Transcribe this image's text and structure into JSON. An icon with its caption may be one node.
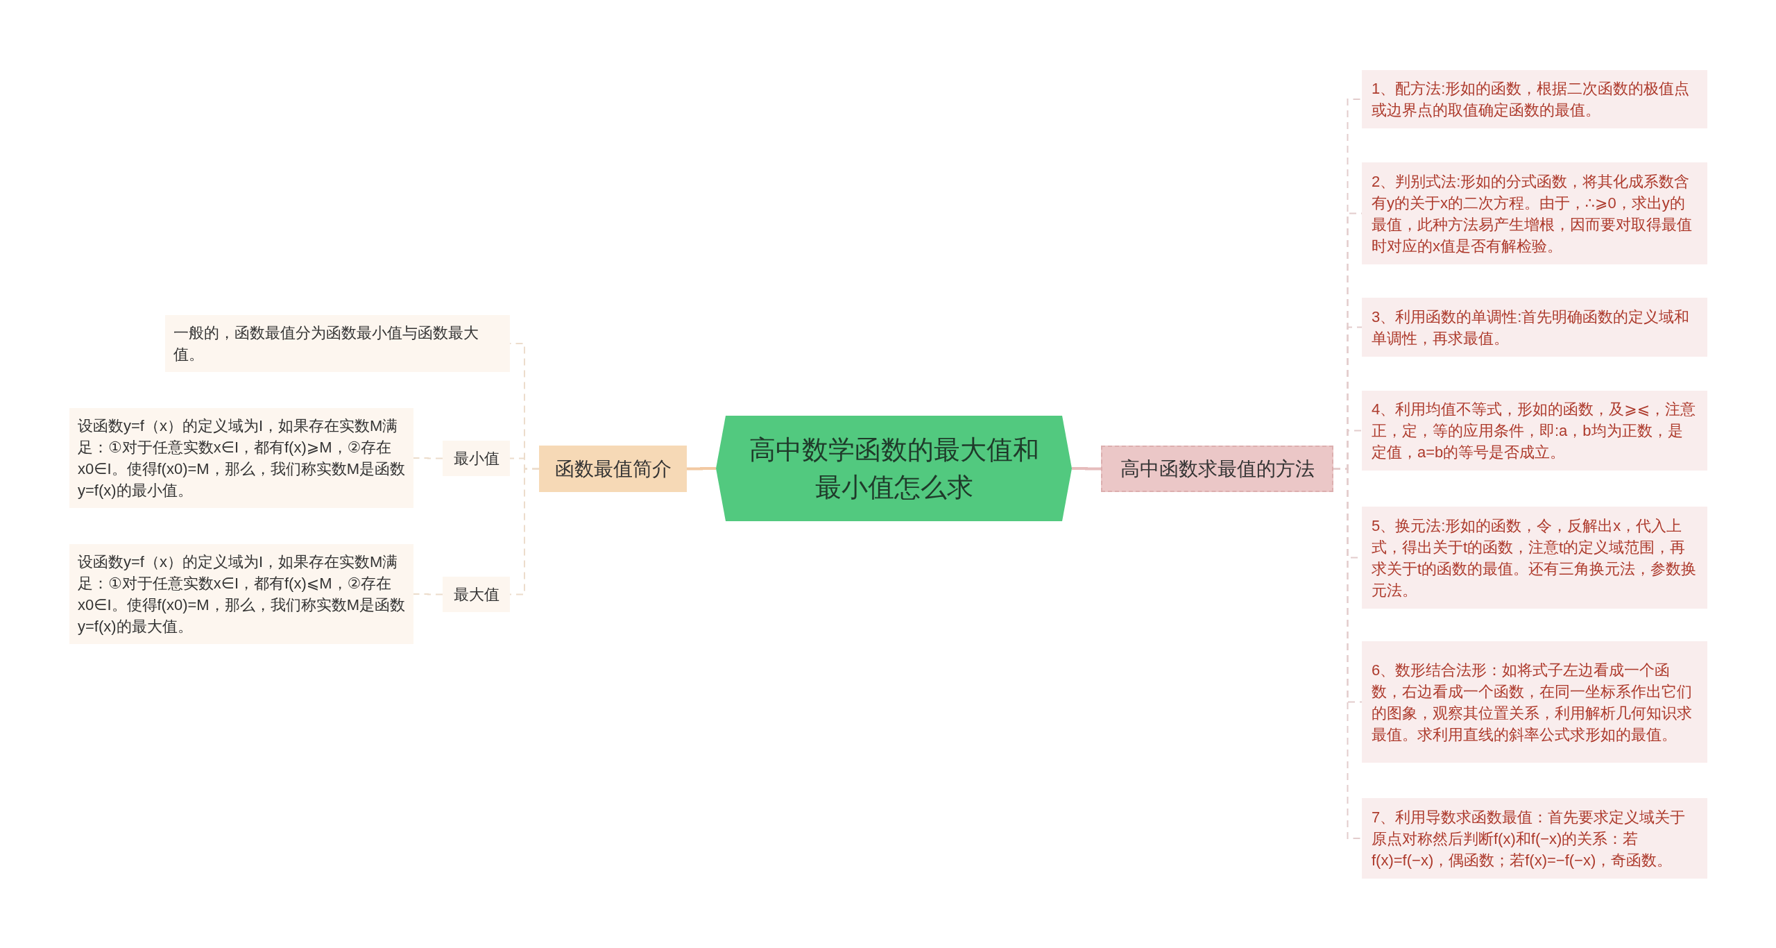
{
  "diagram": {
    "nodes": [
      {
        "text": [
          "高中数学函数的最大值和最小值怎么求"
        ]
      },
      {
        "text": [
          "函数最值简介"
        ]
      },
      {
        "text": [
          "一般的，函数最值分为函数最小值与函数最大值。"
        ]
      },
      {
        "text": [
          "最小值"
        ]
      },
      {
        "text": [
          "设函数y=f（x）的定义域为I，如果存在实数M满足：①对于任意实数x∈I，都有f(x)⩾M，②存在x0∈I。使得f(x0)=M，那么，我们称实数M是函数y=f(x)的最小值。"
        ]
      },
      {
        "text": [
          "最大值"
        ]
      },
      {
        "text": [
          "设函数y=f（x）的定义域为I，如果存在实数M满足：①对于任意实数x∈I，都有f(x)⩽M，②存在x0∈I。使得f(x0)=M，那么，我们称实数M是函数y=f(x)的最大值。"
        ]
      },
      {
        "text": [
          "高中函数求最值的方法"
        ]
      },
      {
        "text": [
          "1、配方法:形如的函数，根据二次函数的极值点或边界点的取值确定函数的最值。"
        ]
      },
      {
        "text": [
          "2、判别式法:形如的分式函数，将其化成系数含有y的关于x的二次方程。由于，∴⩾0，求出y的最值，此种方法易产生增根，因而要对取得最值时对应的x值是否有解检验。"
        ]
      },
      {
        "text": [
          "3、利用函数的单调性:首先明确函数的定义域和单调性，再求最值。"
        ]
      },
      {
        "text": [
          "4、利用均值不等式，形如的函数，及⩾⩽，注意正，定，等的应用条件，即:a，b均为正数，是定值，a=b的等号是否成立。"
        ]
      },
      {
        "text": [
          "5、换元法:形如的函数，令，反解出x，代入上式，得出关于t的函数，注意t的定义域范围，再求关于t的函数的最值。还有三角换元法，参数换元法。"
        ]
      },
      {
        "text": [
          "6、数形结合法形：如将式子左边看成一个函数，右边看成一个函数，在同一坐标系作出它们的图象，观察其位置关系，利用解析几何知识求最值。求利用直线的斜率公式求形如的最值。"
        ]
      },
      {
        "text": [
          "7、利用导数求函数最值：首先要求定义域关于原点对称然后判断f(x)和f(−x)的关系：若f(x)=f(−x)，偶函数；若f(x)=−f(−x)，奇函数。"
        ]
      }
    ],
    "edges": [
      {
        "from": 0,
        "to": 1,
        "arrow": "none",
        "color": "#f2c9a2"
      },
      {
        "from": 1,
        "to": 2,
        "arrow": "none",
        "style": "dashed"
      },
      {
        "from": 1,
        "to": 3,
        "arrow": "none",
        "style": "dashed"
      },
      {
        "from": 3,
        "to": 4,
        "arrow": "none",
        "style": "dashed"
      },
      {
        "from": 1,
        "to": 5,
        "arrow": "none",
        "style": "dashed"
      },
      {
        "from": 5,
        "to": 6,
        "arrow": "none",
        "style": "dashed"
      },
      {
        "from": 0,
        "to": 7,
        "arrow": "none",
        "color": "#e6bcbc"
      },
      {
        "from": 7,
        "to": 8,
        "arrow": "none",
        "style": "dashed"
      },
      {
        "from": 7,
        "to": 9,
        "arrow": "none",
        "style": "dashed"
      },
      {
        "from": 7,
        "to": 10,
        "arrow": "none",
        "style": "dashed"
      },
      {
        "from": 7,
        "to": 11,
        "arrow": "none",
        "style": "dashed"
      },
      {
        "from": 7,
        "to": 12,
        "arrow": "none",
        "style": "dashed"
      },
      {
        "from": 7,
        "to": 13,
        "arrow": "none",
        "style": "dashed"
      },
      {
        "from": 7,
        "to": 14,
        "arrow": "none",
        "style": "dashed"
      }
    ]
  }
}
